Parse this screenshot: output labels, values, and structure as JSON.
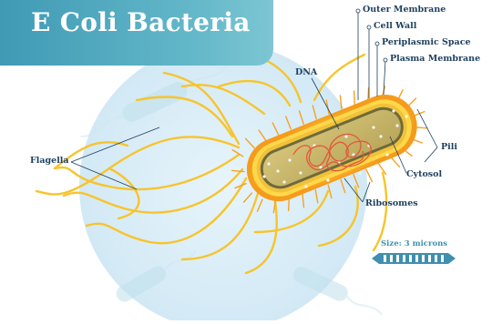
{
  "title": "E Coli Bacteria",
  "labels": {
    "outer_membrane": "Outer Membrane",
    "cell_wall": "Cell Wall",
    "periplasmic_space": "Periplasmic Space",
    "plasma_membrane": "Plasma Membrane",
    "dna": "DNA",
    "flagella": "Flagella",
    "pili": "Pili",
    "cytosol": "Cytosol",
    "ribosomes": "Ribosomes"
  },
  "scale": {
    "label": "Size: 3 microns"
  },
  "colors": {
    "banner": "#4aa6bd",
    "label_text": "#1e3f5e",
    "flagella": "#f7c42c",
    "outer_glow": "#f6a21e",
    "cell_body": "#c9b56a",
    "dna": "#e2583a",
    "scale_blue": "#3e8fb0"
  }
}
